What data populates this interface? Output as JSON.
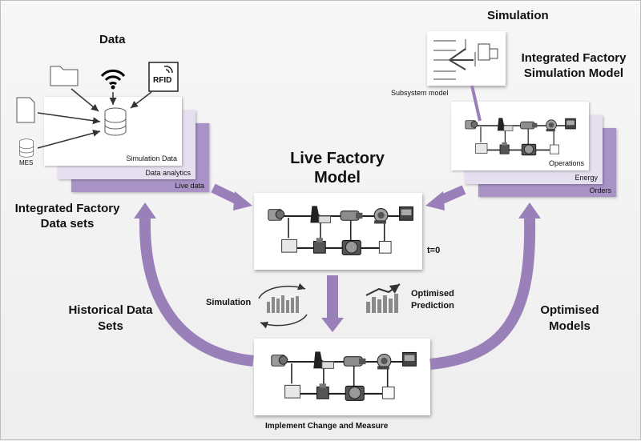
{
  "colors": {
    "arrow": "#9a80b8",
    "stack1": "#e6dff0",
    "stack2": "#c8b8dc",
    "stack3": "#a993c6"
  },
  "data_section": {
    "title": "Data",
    "sources": {
      "rfid": "RFID",
      "mes": "MES"
    },
    "layers": [
      "Simulation Data",
      "Data analytics",
      "Live data"
    ],
    "caption": "Integrated Factory Data sets"
  },
  "simulation_section": {
    "title": "Simulation",
    "subsystem_label": "Subsystem model",
    "model_title": "Integrated Factory Simulation Model",
    "layers": [
      "Operations",
      "Energy",
      "Orders"
    ]
  },
  "center": {
    "title": "Live Factory Model",
    "time_label": "t=0",
    "simulation_label": "Simulation",
    "prediction_label": "Optimised Prediction",
    "implement_label": "Implement Change and Measure"
  },
  "side_labels": {
    "historical": "Historical Data Sets",
    "optimised_models": "Optimised Models"
  }
}
